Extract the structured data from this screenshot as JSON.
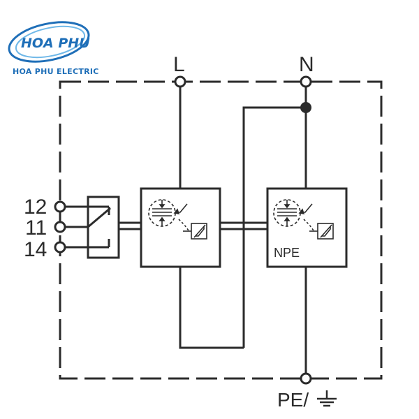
{
  "logo": {
    "wordmark": "HOA PHU",
    "company": "HOA PHU ELECTRIC",
    "color_primary": "#1f6fb8",
    "color_accent": "#6fb8e8"
  },
  "diagram": {
    "terminals": {
      "line": "L",
      "neutral": "N",
      "pe_prefix": "PE/"
    },
    "contacts": [
      "12",
      "11",
      "14"
    ],
    "module_right_label": "NPE",
    "colors": {
      "line": "#2b2b2b",
      "background": "#ffffff"
    },
    "icons": [
      "ground-symbol-icon",
      "spark-gap-icon",
      "varistor-icon",
      "thermal-disconnector-icon"
    ]
  }
}
